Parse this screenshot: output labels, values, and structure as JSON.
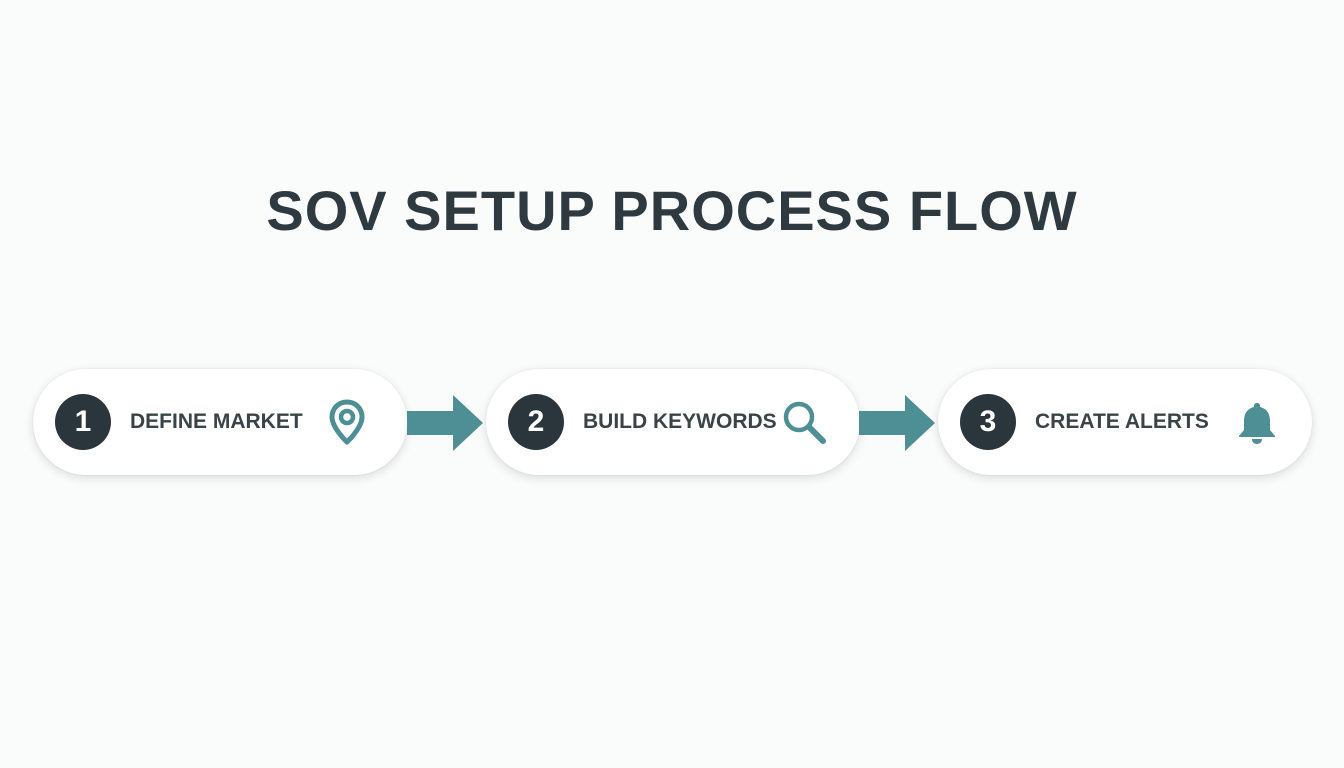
{
  "diagram": {
    "title": "SOV SETUP PROCESS FLOW",
    "steps": [
      {
        "number": "1",
        "label": "DEFINE MARKET",
        "icon": "map-pin-icon"
      },
      {
        "number": "2",
        "label": "BUILD KEYWORDS",
        "icon": "search-icon"
      },
      {
        "number": "3",
        "label": "CREATE ALERTS",
        "icon": "bell-icon"
      }
    ],
    "colors": {
      "title": "#2f3a40",
      "badge": "#2b363c",
      "accent": "#4e8f95",
      "card": "#ffffff",
      "background": "#fafbfb"
    }
  }
}
